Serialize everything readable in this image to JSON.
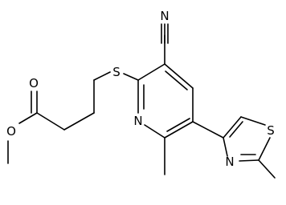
{
  "molecule": {
    "atoms": {
      "n_nitrile": "N",
      "s_thioether": "S",
      "n_pyridine": "N",
      "o_carbonyl": "O",
      "o_ester": "O",
      "s_thiazole": "S",
      "n_thiazole": "N"
    }
  },
  "colors": {
    "bond": "#000000",
    "background": "#ffffff"
  }
}
